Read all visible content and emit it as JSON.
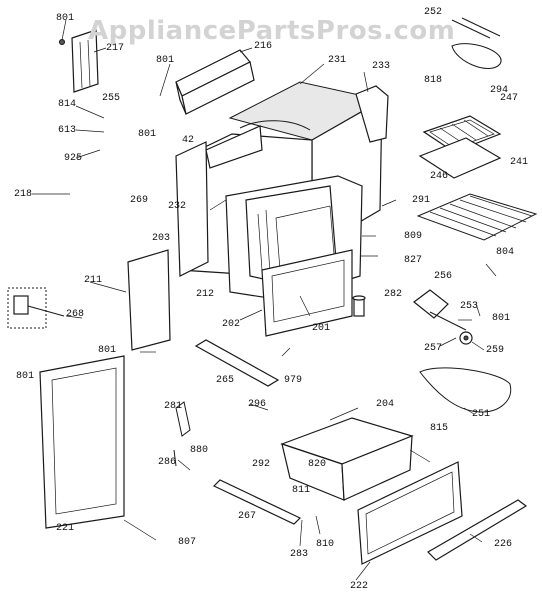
{
  "watermark": "AppliancePartsPros.com",
  "labels": {
    "l801a": "801",
    "l217": "217",
    "l216": "216",
    "l801b": "801",
    "l231": "231",
    "l233": "233",
    "l252": "252",
    "l818": "818",
    "l294": "294",
    "l814": "814",
    "l255": "255",
    "l613": "613",
    "l801c": "801",
    "l42": "42",
    "l925": "925",
    "l247": "247",
    "l246": "246",
    "l241": "241",
    "l218": "218",
    "l269": "269",
    "l232": "232",
    "l291": "291",
    "l203": "203",
    "l809": "809",
    "l827": "827",
    "l804": "804",
    "l211": "211",
    "l212": "212",
    "l282": "282",
    "l256": "256",
    "l253": "253",
    "l268": "268",
    "l202": "202",
    "l201": "201",
    "l801d": "801",
    "l257": "257",
    "l259": "259",
    "l801e": "801",
    "l265": "265",
    "l979": "979",
    "l801f": "801",
    "l296": "296",
    "l204": "204",
    "l251": "251",
    "l281": "281",
    "l815": "815",
    "l880": "880",
    "l286": "286",
    "l292": "292",
    "l820": "820",
    "l811": "811",
    "l267": "267",
    "l221": "221",
    "l807": "807",
    "l283": "283",
    "l810": "810",
    "l226": "226",
    "l222": "222"
  }
}
